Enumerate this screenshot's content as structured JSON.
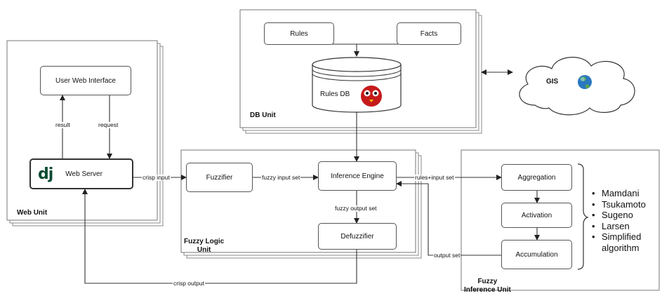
{
  "units": {
    "web": "Web Unit",
    "db": "DB Unit",
    "fuzzy_logic": [
      "Fuzzy Logic",
      "Unit"
    ],
    "fuzzy_inference": [
      "Fuzzy",
      "Inference Unit"
    ]
  },
  "nodes": {
    "user_web_interface": "User Web Interface",
    "web_server": "Web Server",
    "django_logo": "dj",
    "rules": "Rules",
    "facts": "Facts",
    "rules_db": "Rules DB",
    "gis": "GIS",
    "fuzzifier": "Fuzzifier",
    "inference_engine": "Inference Engine",
    "defuzzifier": "Defuzzifier",
    "aggregation": "Aggregation",
    "activation": "Activation",
    "accumulation": "Accumulation"
  },
  "edges": {
    "result": "result",
    "request": "request",
    "crisp_input": "crisp input",
    "fuzzy_input_set": "fuzzy input set",
    "rules_input_set": "rules+input set",
    "fuzzy_output_set": "fuzzy output set",
    "output_set": "output set",
    "crisp_output": "crisp output"
  },
  "algorithms": [
    "Mamdani",
    "Tsukamoto",
    "Sugeno",
    "Larsen",
    "Simplified algorithm"
  ],
  "colors": {
    "django_green": "#0c4b33",
    "line": "#333333",
    "panel_border": "#777777"
  }
}
